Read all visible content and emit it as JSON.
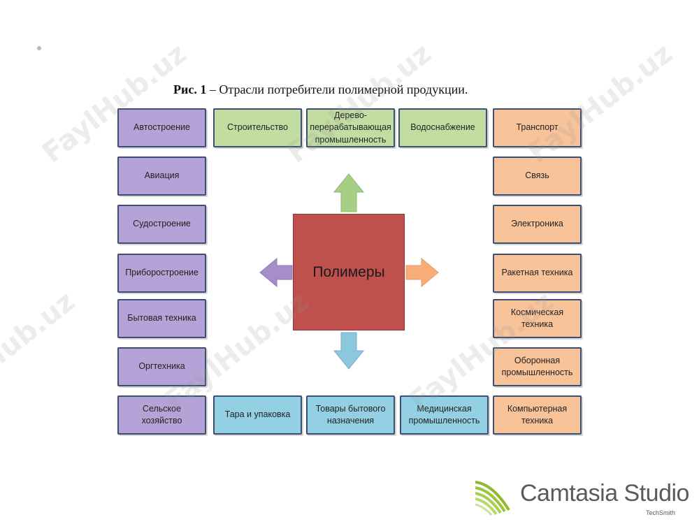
{
  "figure_title": {
    "prefix": "Рис. 1",
    "rest": " – Отрасли потребители полимерной продукции."
  },
  "center_label": "Полимеры",
  "left_column": [
    "Автостроение",
    "Авиация",
    "Судостроение",
    "Приборостроение",
    "Бытовая техника",
    "Оргтехника",
    "Сельское хозяйство"
  ],
  "right_column": [
    "Транспорт",
    "Связь",
    "Электроника",
    "Ракетная техника",
    "Космическая техника",
    "Оборонная промышленность",
    "Компьютерная техника"
  ],
  "top_row": [
    "Строительство",
    "Дерево-перерабатывающая промышленность",
    "Водоснабжение"
  ],
  "bottom_row": [
    "Тара и упаковка",
    "Товары бытового назначения",
    "Медицинская промышленность"
  ],
  "colors": {
    "left": "#b5a2d6",
    "top": "#c2dda2",
    "right": "#f9c39a",
    "bottom": "#94d0e3",
    "center": "#c0504d"
  },
  "watermark": "FaylHub.uz",
  "logo": {
    "name": "Camtasia Studio",
    "sub": "TechSmith"
  }
}
